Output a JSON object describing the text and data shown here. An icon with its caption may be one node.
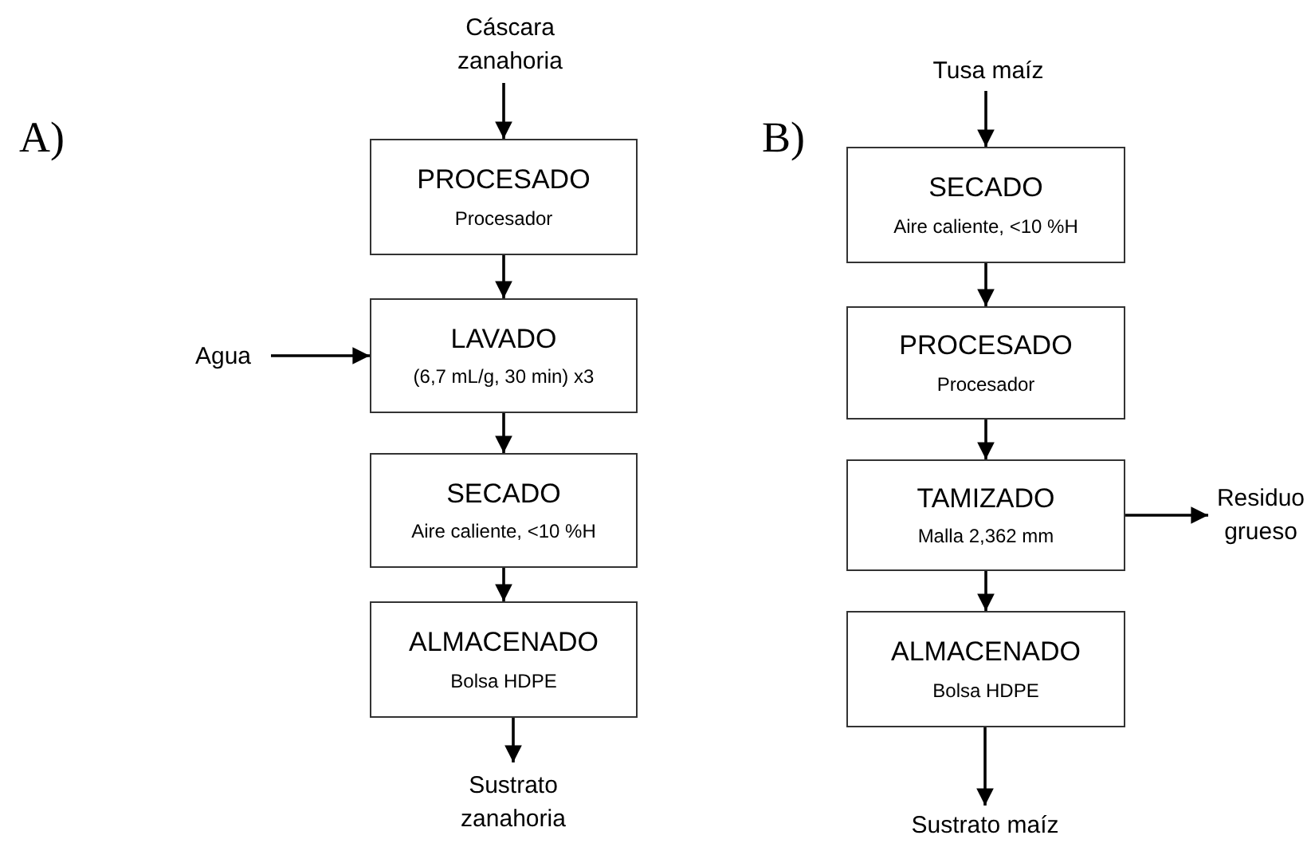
{
  "diagram": {
    "nodes": [
      {
        "text": [
          "Cáscara zanahoria"
        ]
      },
      {
        "text": [
          "PROCESADO",
          "Procesador"
        ]
      },
      {
        "text": [
          "LAVADO",
          "(6,7 mL/g, 30 min) x3"
        ]
      },
      {
        "text": [
          "Agua"
        ]
      },
      {
        "text": [
          "SECADO",
          "Aire caliente, <10 %H"
        ]
      },
      {
        "text": [
          "ALMACENADO",
          "Bolsa HDPE"
        ]
      },
      {
        "text": [
          "Sustrato zanahoria"
        ]
      },
      {
        "text": [
          "Tusa maíz"
        ]
      },
      {
        "text": [
          "SECADO",
          "Aire caliente, <10 %H"
        ]
      },
      {
        "text": [
          "PROCESADO",
          "Procesador"
        ]
      },
      {
        "text": [
          "TAMIZADO",
          "Malla 2,362 mm"
        ]
      },
      {
        "text": [
          "Residuo grueso"
        ]
      },
      {
        "text": [
          "ALMACENADO",
          "Bolsa HDPE"
        ]
      },
      {
        "text": [
          "Sustrato maíz"
        ]
      }
    ],
    "edges": [
      {
        "from": 0,
        "to": 1,
        "arrow": "to"
      },
      {
        "from": 1,
        "to": 2,
        "arrow": "to"
      },
      {
        "from": 3,
        "to": 2,
        "arrow": "to"
      },
      {
        "from": 2,
        "to": 4,
        "arrow": "to"
      },
      {
        "from": 4,
        "to": 5,
        "arrow": "to"
      },
      {
        "from": 5,
        "to": 6,
        "arrow": "to"
      },
      {
        "from": 7,
        "to": 8,
        "arrow": "to"
      },
      {
        "from": 8,
        "to": 9,
        "arrow": "to"
      },
      {
        "from": 9,
        "to": 10,
        "arrow": "to"
      },
      {
        "from": 10,
        "to": 11,
        "arrow": "to"
      },
      {
        "from": 10,
        "to": 12,
        "arrow": "to"
      },
      {
        "from": 12,
        "to": 13,
        "arrow": "to"
      }
    ],
    "labels": [
      "A)",
      "B)"
    ]
  }
}
